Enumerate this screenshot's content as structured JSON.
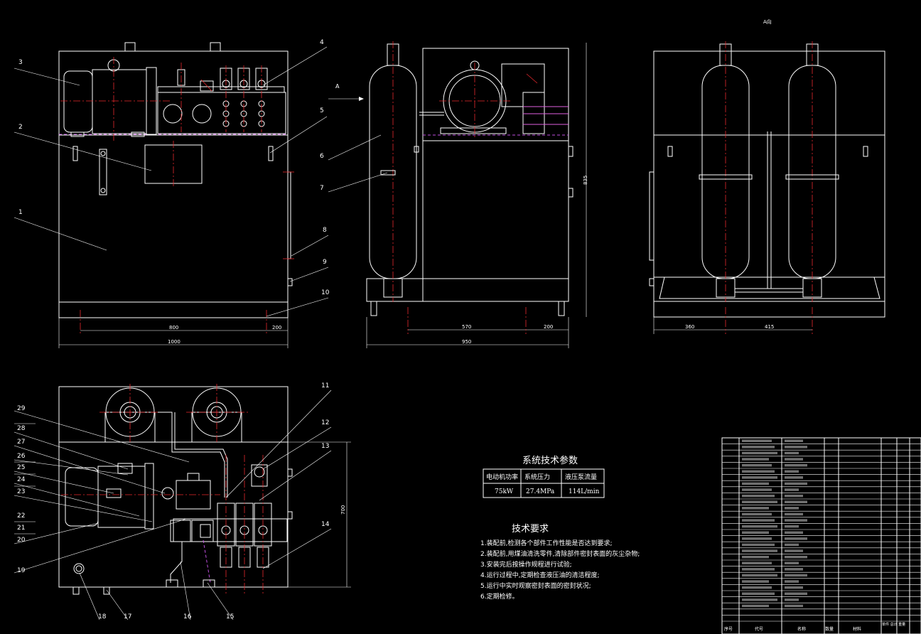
{
  "view_label_a": "A向",
  "arrow_label": "A",
  "balloons_front": [
    "1",
    "2",
    "3",
    "4",
    "5"
  ],
  "balloons_side": [
    "6",
    "7",
    "8",
    "9",
    "10"
  ],
  "balloons_top_right": [
    "11",
    "12",
    "13",
    "14",
    "15",
    "16",
    "17",
    "18",
    "19"
  ],
  "balloons_top_left": [
    "29",
    "28",
    "27",
    "26",
    "25",
    "24",
    "23",
    "22",
    "21",
    "20"
  ],
  "dims": {
    "front_a": "800",
    "front_b": "200",
    "front_total": "1000",
    "side_a": "570",
    "side_b": "200",
    "side_total": "950",
    "side_h": "835",
    "end_a": "360",
    "end_b": "415",
    "top_h": "700"
  },
  "params": {
    "title": "系统技术参数",
    "headers": [
      "电动机功率",
      "系统压力",
      "液压泵流量"
    ],
    "values": [
      "75kW",
      "27.4MPa",
      "114L/min"
    ]
  },
  "requirements": {
    "title": "技术要求",
    "items": [
      "1.装配前,检测各个部件工作性能是否达到要求;",
      "2.装配前,用煤油清洗零件,清除部件密封表面的灰尘杂物;",
      "3.安装完后按操作规程进行试验;",
      "4.运行过程中,定期检查液压油的清洁程度;",
      "5.运行中实时观察密封表面的密封状况;",
      "6.定期检修。"
    ]
  },
  "bom_footer": [
    "序号",
    "代号",
    "名称",
    "数量",
    "材料",
    "单件 总计 重量"
  ]
}
